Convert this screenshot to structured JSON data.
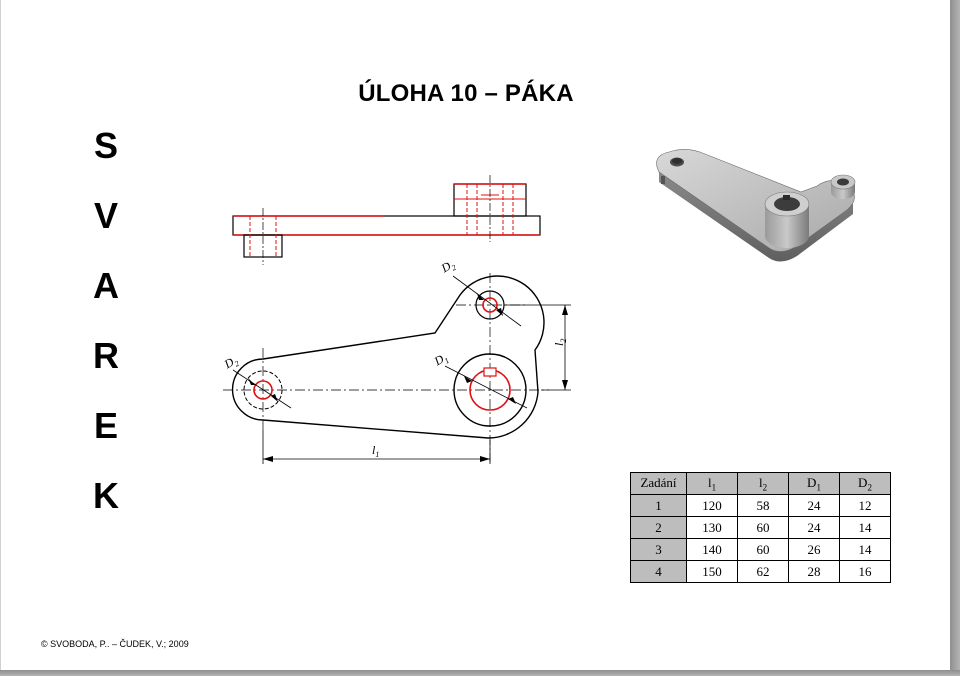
{
  "title": "ÚLOHA 10 – PÁKA",
  "vertical_word": [
    "S",
    "V",
    "A",
    "R",
    "E",
    "K"
  ],
  "drawing_labels": {
    "d1": "D",
    "d1_sub": "1",
    "d2": "D",
    "d2_sub": "2",
    "l1": "l",
    "l1_sub": "1",
    "l2": "l",
    "l2_sub": "2"
  },
  "table": {
    "headers": [
      {
        "text": "Zadání",
        "sub": ""
      },
      {
        "text": "l",
        "sub": "1"
      },
      {
        "text": "l",
        "sub": "2"
      },
      {
        "text": "D",
        "sub": "1"
      },
      {
        "text": "D",
        "sub": "2"
      }
    ],
    "rows": [
      {
        "id": "1",
        "values": [
          "120",
          "58",
          "24",
          "12"
        ]
      },
      {
        "id": "2",
        "values": [
          "130",
          "60",
          "24",
          "14"
        ]
      },
      {
        "id": "3",
        "values": [
          "140",
          "60",
          "26",
          "14"
        ]
      },
      {
        "id": "4",
        "values": [
          "150",
          "62",
          "28",
          "16"
        ]
      }
    ]
  },
  "footer": "© SVOBODA, P.. – ČUDEK, V.; 2009",
  "colors": {
    "hidden_edges": "#e01010",
    "outline": "#000000",
    "table_header_bg": "#bdbdbd"
  }
}
